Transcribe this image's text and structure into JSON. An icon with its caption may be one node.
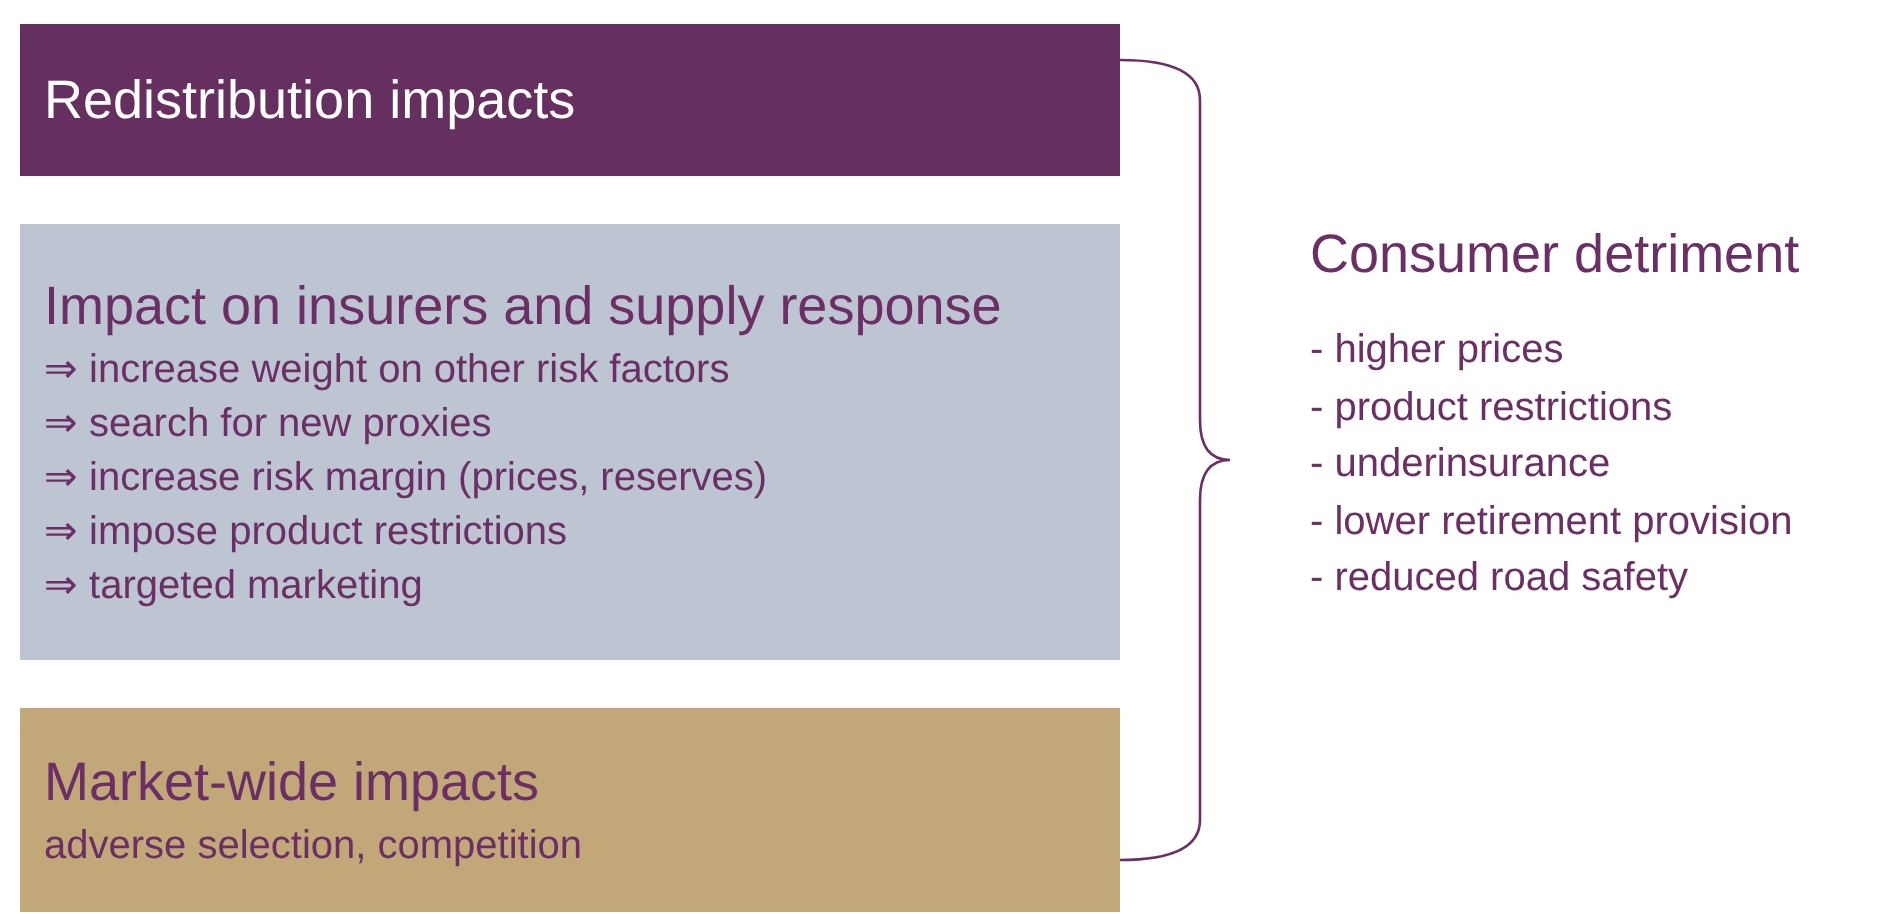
{
  "diagram": {
    "nodes": [
      {
        "text": [
          "Redistribution impacts"
        ]
      },
      {
        "text": [
          "Impact on insurers and supply response",
          "⇒ increase weight on other risk factors",
          "⇒ search for new proxies",
          "⇒ increase risk margin (prices, reserves)",
          "⇒ impose product restrictions",
          "⇒ targeted marketing"
        ]
      },
      {
        "text": [
          "Market-wide impacts",
          "adverse selection, competition"
        ]
      }
    ],
    "labels": [
      "Consumer detriment",
      "- higher prices",
      "- product restrictions",
      "- underinsurance",
      "- lower retirement provision",
      "- reduced road safety"
    ]
  }
}
